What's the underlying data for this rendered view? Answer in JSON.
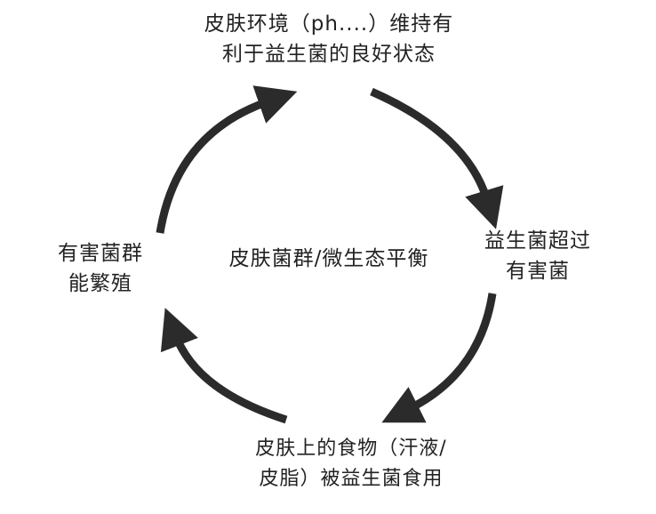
{
  "diagram": {
    "type": "cycle",
    "center": "皮肤菌群/微生态平衡",
    "nodes": [
      {
        "id": "top",
        "lines": [
          "皮肤环境（ph....）维持有",
          "利于益生菌的良好状态"
        ]
      },
      {
        "id": "right",
        "lines": [
          "益生菌超过",
          "有害菌"
        ]
      },
      {
        "id": "bottom",
        "lines": [
          "皮肤上的食物（汗液/",
          "皮脂）被益生菌食用"
        ]
      },
      {
        "id": "left",
        "lines": [
          "有害菌群",
          "能繁殖"
        ]
      }
    ],
    "flow_direction": "clockwise",
    "arrow_color": "#2b2b2b"
  }
}
